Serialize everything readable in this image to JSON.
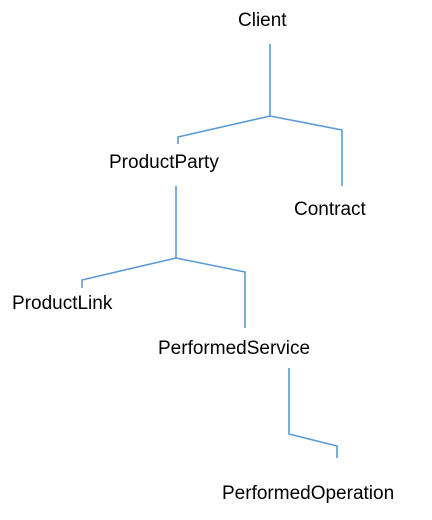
{
  "colors": {
    "connector": "#5B9BD5",
    "text": "#000000",
    "background": "#FFFFFF"
  },
  "nodes": {
    "client": "Client",
    "product_party": "ProductParty",
    "contract": "Contract",
    "product_link": "ProductLink",
    "performed_service": "PerformedService",
    "performed_operation": "PerformedOperation"
  },
  "edges": [
    {
      "from": "client",
      "to": "product_party"
    },
    {
      "from": "client",
      "to": "contract"
    },
    {
      "from": "product_party",
      "to": "product_link"
    },
    {
      "from": "product_party",
      "to": "performed_service"
    },
    {
      "from": "performed_service",
      "to": "performed_operation"
    }
  ]
}
